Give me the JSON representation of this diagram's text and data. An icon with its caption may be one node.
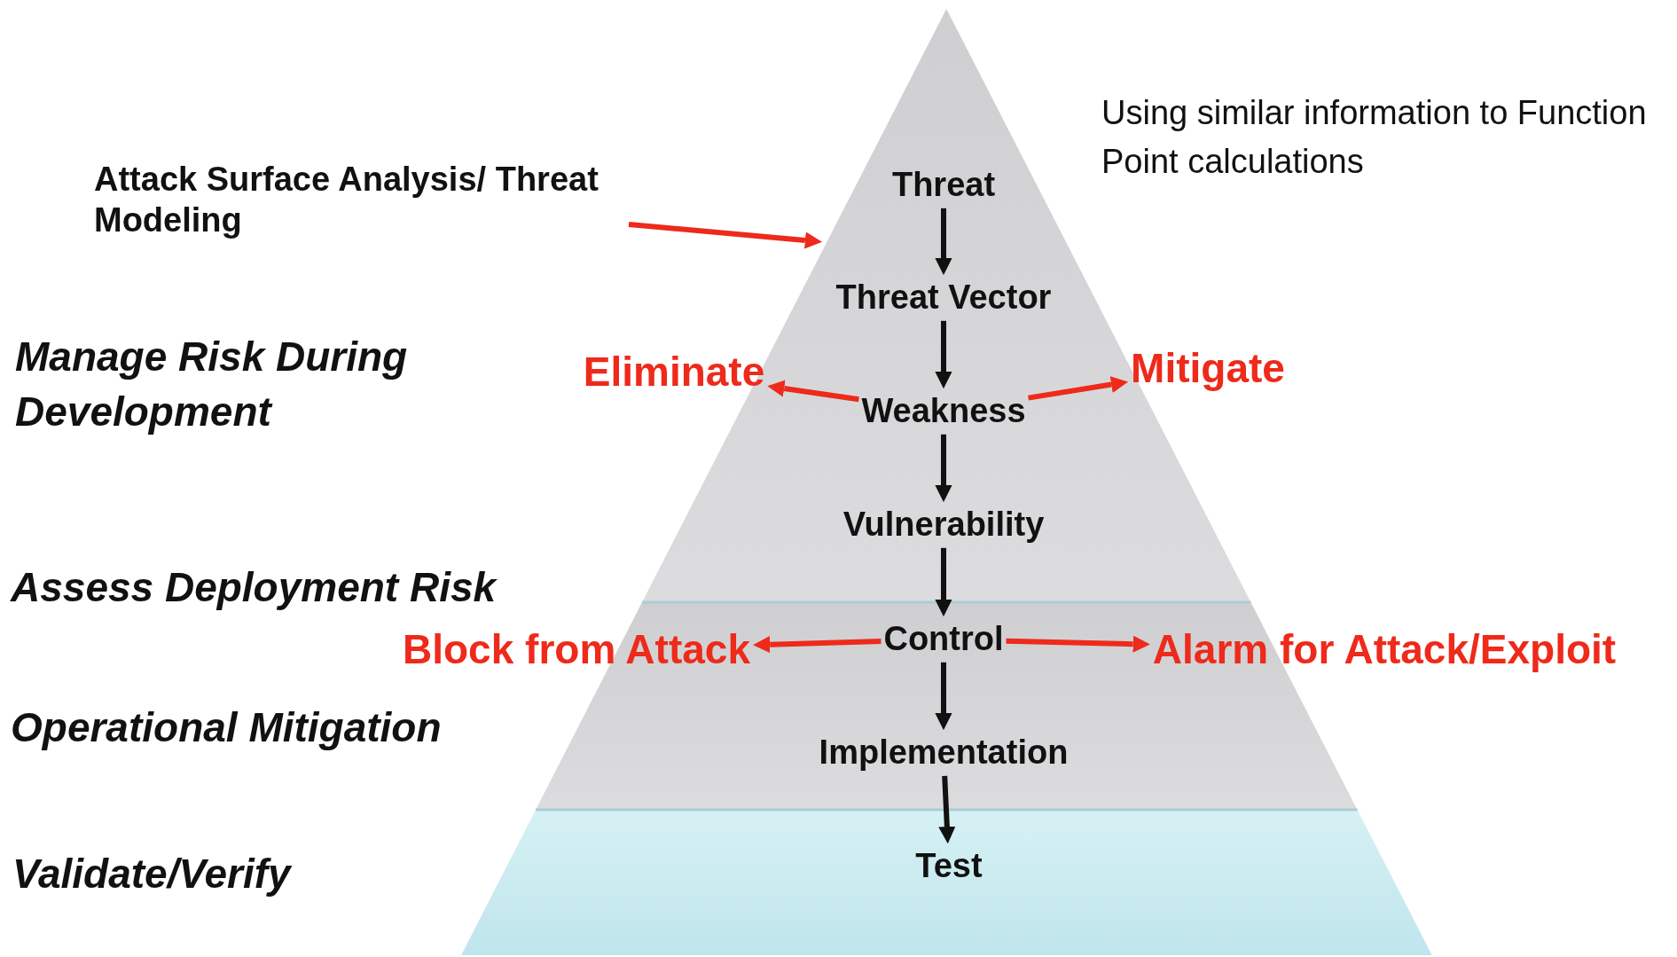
{
  "diagram": {
    "nodes": [
      {
        "text": [],
        "shape": "triangle"
      },
      {
        "text": [],
        "shape": "band"
      },
      {
        "text": [],
        "shape": "band"
      },
      {
        "text": [
          "Attack Surface Analysis/ Threat Modeling"
        ]
      },
      {
        "text": [
          "Threat"
        ],
        "in": 0
      },
      {
        "text": [
          "Threat Vector"
        ],
        "in": 0
      },
      {
        "text": [
          "Eliminate"
        ]
      },
      {
        "text": [
          "Weakness"
        ],
        "in": 0
      },
      {
        "text": [
          "Mitigate"
        ]
      },
      {
        "text": [
          "Vulnerability"
        ],
        "in": 0
      },
      {
        "text": [
          "Block from Attack"
        ]
      },
      {
        "text": [
          "Control"
        ],
        "in": 1
      },
      {
        "text": [
          "Alarm for Attack/Exploit"
        ]
      },
      {
        "text": [
          "Implementation"
        ],
        "in": 1
      },
      {
        "text": [
          "Test"
        ],
        "in": 2
      }
    ],
    "edges": [
      {
        "from": 3,
        "to": 0,
        "arrow": "to",
        "color": "#ee2a1b"
      },
      {
        "from": 4,
        "to": 5,
        "arrow": "to"
      },
      {
        "from": 5,
        "to": 7,
        "arrow": "to"
      },
      {
        "from": 7,
        "to": 9,
        "arrow": "to"
      },
      {
        "from": 9,
        "to": 11,
        "arrow": "to"
      },
      {
        "from": 11,
        "to": 13,
        "arrow": "to"
      },
      {
        "from": 13,
        "to": 14,
        "arrow": "to"
      },
      {
        "from": 7,
        "to": 6,
        "arrow": "to",
        "color": "#ee2a1b"
      },
      {
        "from": 7,
        "to": 8,
        "arrow": "to",
        "color": "#ee2a1b"
      },
      {
        "from": 11,
        "to": 10,
        "arrow": "to",
        "color": "#ee2a1b"
      },
      {
        "from": 11,
        "to": 12,
        "arrow": "to",
        "color": "#ee2a1b"
      }
    ],
    "labels": [
      "Using similar information to Function Point calculations",
      "Manage Risk During Development",
      "Assess Deployment Risk",
      "Operational Mitigation",
      "Validate/Verify"
    ]
  }
}
